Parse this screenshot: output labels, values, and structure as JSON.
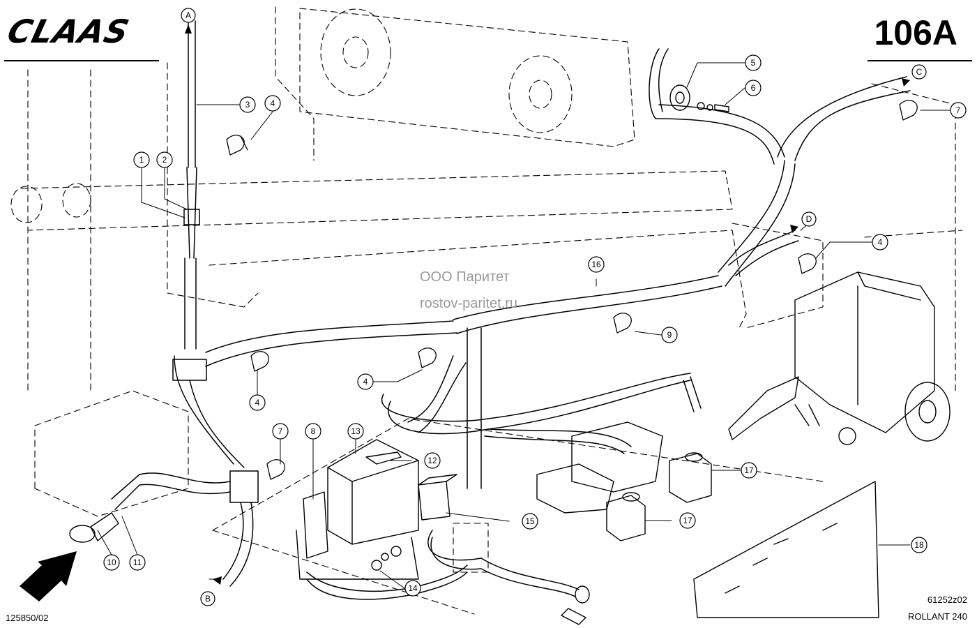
{
  "header": {
    "brand": "CLAAS",
    "page_number": "106A"
  },
  "watermark": {
    "line1": "ООО Паритет",
    "line2": "rostov-paritet.ru"
  },
  "footer": {
    "drawing_ref": "125850/02",
    "figure_code": "61252z02",
    "model": "ROLLANT 240"
  },
  "callouts": {
    "c1": "1",
    "c2": "2",
    "c3": "3",
    "c4a": "4",
    "c4b": "4",
    "c4c": "4",
    "c4d": "4",
    "c5": "5",
    "c6": "6",
    "c7a": "7",
    "c7b": "7",
    "c8": "8",
    "c9": "9",
    "c10": "10",
    "c11": "11",
    "c12": "12",
    "c13": "13",
    "c14": "14",
    "c15": "15",
    "c16": "16",
    "c17a": "17",
    "c17b": "17",
    "c18": "18"
  },
  "connectors": {
    "A": "A",
    "B": "B",
    "C": "C",
    "D": "D"
  }
}
